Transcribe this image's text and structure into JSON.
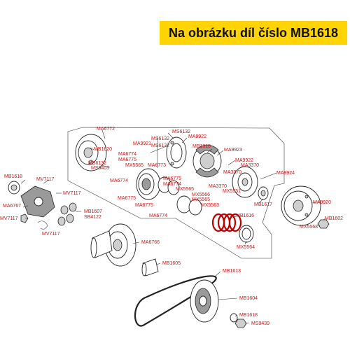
{
  "banner": {
    "text": "Na obrázku díl číslo MB1618",
    "color": "#ffd400"
  },
  "labels": {
    "ma6772": "MA6772",
    "mb1620": "MB1620",
    "ms6132_a": "MS6132",
    "ms9403": "MS9403",
    "ma6774_a": "MA6774",
    "ma6775_a": "MA6775",
    "mx5565_a": "MX5565",
    "ma6773": "MA6773",
    "ma6774_b": "MA6774",
    "ma6775_b": "MA6775",
    "ma6774_c": "MA6774",
    "ma6775_c": "MA6775",
    "mx5565_b": "MX5565",
    "ma6775_d": "MA6775",
    "ma6774_d": "MA6774",
    "mx5566": "MX5566",
    "mx5563": "MX5563",
    "ma9921": "MA9921",
    "ms6132_b": "MS6132",
    "ms6132_c": "MS6132",
    "ms6132_d": "MS6132",
    "ma9922": "MA9922",
    "mb1610": "MB1610",
    "ma9923": "MA9923",
    "ma9922_b": "MA9922",
    "ma3370_a": "MA3370",
    "ma3370_b": "MA3370",
    "ma3370_c": "MA3370",
    "mx5551": "MX5551",
    "ma9924": "MA9924",
    "mb1617": "MB1617",
    "mb1616": "MB1616",
    "ma9920": "MA9920",
    "mb1602": "MB1602",
    "mx5564": "MX5564",
    "mx5568": "MX5568",
    "mb1618_a": "MB1618",
    "mv7117_a": "MV7117",
    "mv7117_b": "MV7117",
    "ma6767": "MA6767",
    "mv7117_c": "MV7117",
    "mv7117_d": "MV7117",
    "mb1607": "MB1607",
    "sb4122": "SB4122",
    "ma6766": "MA6766",
    "mb1605": "MB1605",
    "mb1613": "MB1613",
    "mb1604": "MB1604",
    "mb1618_b": "MB1618",
    "ms9439": "MS9439"
  }
}
